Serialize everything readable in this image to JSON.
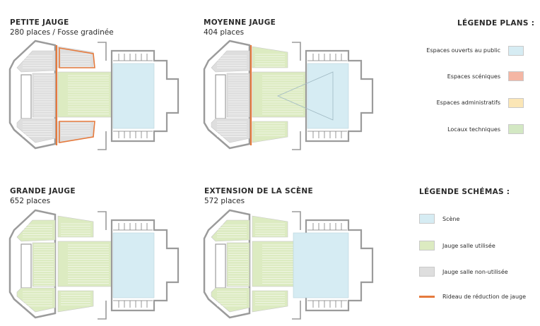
{
  "colors": {
    "public": "#d6ecf3",
    "scenique": "#f4b6a4",
    "administratif": "#fbe6b6",
    "technique": "#d3e8c3",
    "scene": "#d6ecf3",
    "utilisee": "#dcebc1",
    "non_utilisee": "#dedede",
    "rideau": "#e57a3d",
    "wall": "#9b9b9b"
  },
  "plans": [
    {
      "title": "PETITE JAUGE",
      "subtitle": "280 places / Fosse gradinée"
    },
    {
      "title": "MOYENNE JAUGE",
      "subtitle": "404 places"
    },
    {
      "title": "GRANDE JAUGE",
      "subtitle": "652 places"
    },
    {
      "title": "EXTENSION DE LA SCÈNE",
      "subtitle": "572 places"
    }
  ],
  "legend_plans": {
    "title": "LÉGENDE PLANS :",
    "items": [
      {
        "label": "Espaces ouverts au public"
      },
      {
        "label": "Espaces scéniques"
      },
      {
        "label": "Espaces administratifs"
      },
      {
        "label": "Locaux techniques"
      }
    ]
  },
  "legend_schemas": {
    "title": "LÉGENDE SCHÉMAS :",
    "items": [
      {
        "label": "Scène"
      },
      {
        "label": "Jauge salle utilisée"
      },
      {
        "label": "Jauge salle non-utilisée"
      },
      {
        "label": "Rideau de réduction de jauge"
      }
    ]
  }
}
